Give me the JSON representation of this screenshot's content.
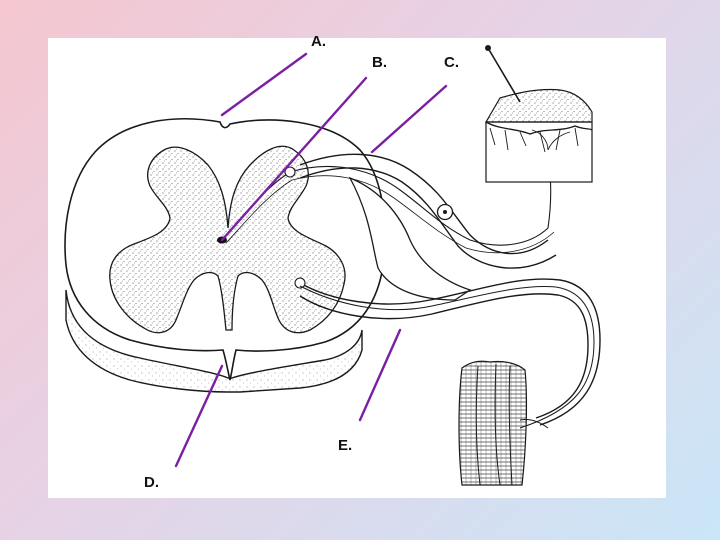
{
  "labels": {
    "a": "A.",
    "b": "B.",
    "c": "C.",
    "d": "D.",
    "e": "E."
  },
  "colors": {
    "pointer": "#7b1fa2",
    "ink": "#1a1a1a",
    "background_left": "#f4c6cf",
    "background_right": "#c9e6f7"
  },
  "elements": {
    "spinal_cord": "spinal-cord-cross-section",
    "grey_matter": "butterfly-grey-matter",
    "skin": "skin-receptor-block",
    "muscle": "skeletal-muscle",
    "dorsal_root_ganglion": "ganglion",
    "spinal_nerve": "spinal-nerve"
  }
}
